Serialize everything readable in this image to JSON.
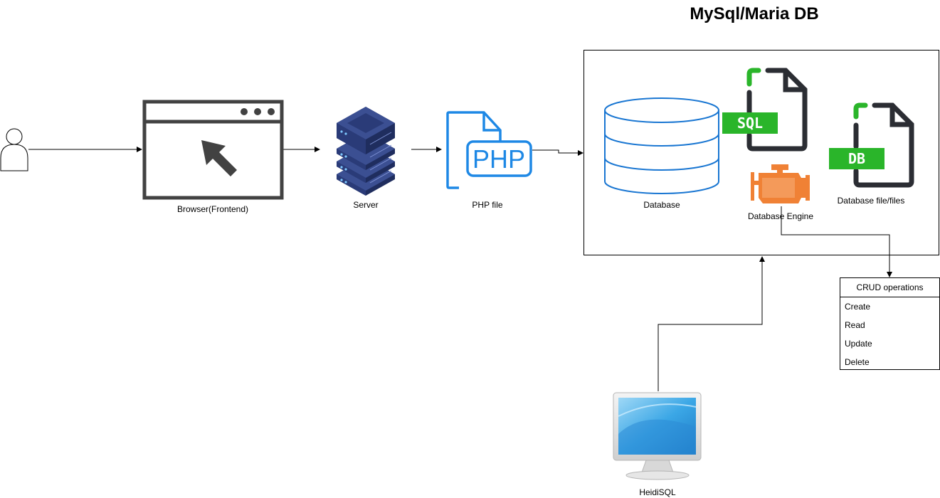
{
  "title": "MySql/Maria DB",
  "nodes": {
    "browser": "Browser(Frontend)",
    "server": "Server",
    "php_file": "PHP file",
    "database": "Database",
    "database_engine": "Database Engine",
    "database_files": "Database file/files",
    "heidisql": "HeidiSQL"
  },
  "icon_text": {
    "php": "PHP",
    "sql": "SQL",
    "db": "DB"
  },
  "crud": {
    "header": "CRUD operations",
    "items": [
      "Create",
      "Read",
      "Update",
      "Delete"
    ]
  },
  "colors": {
    "php_blue": "#1e88e5",
    "db_blue": "#1976d2",
    "server_navy": "#2d3e7a",
    "badge_green": "#2ab52a",
    "engine_orange": "#f08135",
    "file_dark": "#2b2d33"
  }
}
